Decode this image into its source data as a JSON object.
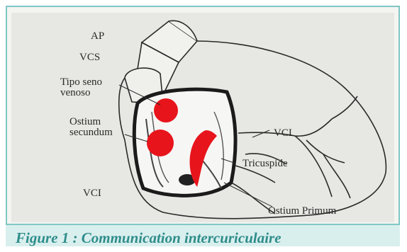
{
  "labels": {
    "ap": "AP",
    "vcs": "VCS",
    "tipo_seno_1": "Tipo seno",
    "tipo_seno_2": "venoso",
    "ostium_sec_1": "Ostium",
    "ostium_sec_2": "secundum",
    "vci_left": "VCI",
    "vci_right": "VCI",
    "tricuspide": "Tricuspide",
    "ostium_primum": "Ostium Primum"
  },
  "caption": "Figure 1 : Communication intercuriculaire",
  "colors": {
    "frame": "#7fc7c4",
    "caption_text": "#2e8d8a",
    "defect_red": "#e8141b",
    "line": "#2a2a2a"
  }
}
